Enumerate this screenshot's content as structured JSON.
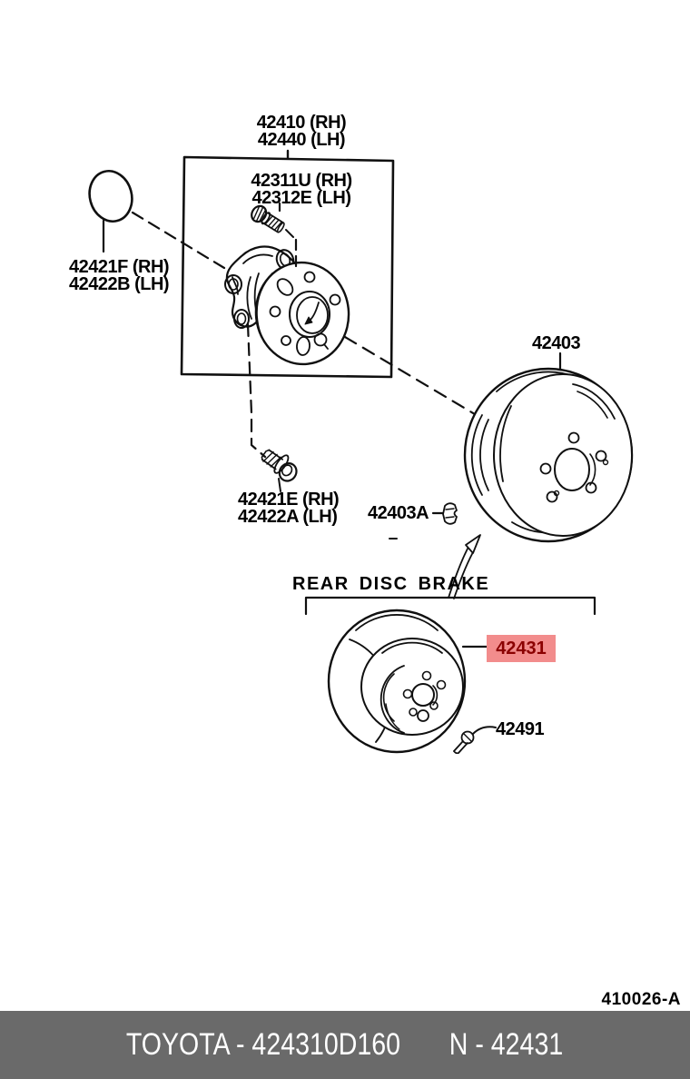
{
  "labels": {
    "hub_assembly": {
      "line1": "42410 (RH)",
      "line2": "42440 (LH)"
    },
    "hub_bolt": {
      "line1": "42311U (RH)",
      "line2": "42312E (LH)"
    },
    "oring": {
      "line1": "42421F (RH)",
      "line2": "42422B (LH)"
    },
    "mounting_bolt": {
      "line1": "42421E (RH)",
      "line2": "42422A (LH)"
    },
    "clip": "42403A",
    "drum": "42403",
    "section_title": "REAR DISC BRAKE",
    "rotor": "42431",
    "screw": "42491",
    "figure_code": "410026-A"
  },
  "highlight": {
    "background": "#F28C8C",
    "text_color": "#8B0000"
  },
  "footer": {
    "part_text": "TOYOTA - 424310D160",
    "number_text": "N - 42431",
    "background": "#6A6A6A",
    "text_color": "#FFFFFF"
  }
}
